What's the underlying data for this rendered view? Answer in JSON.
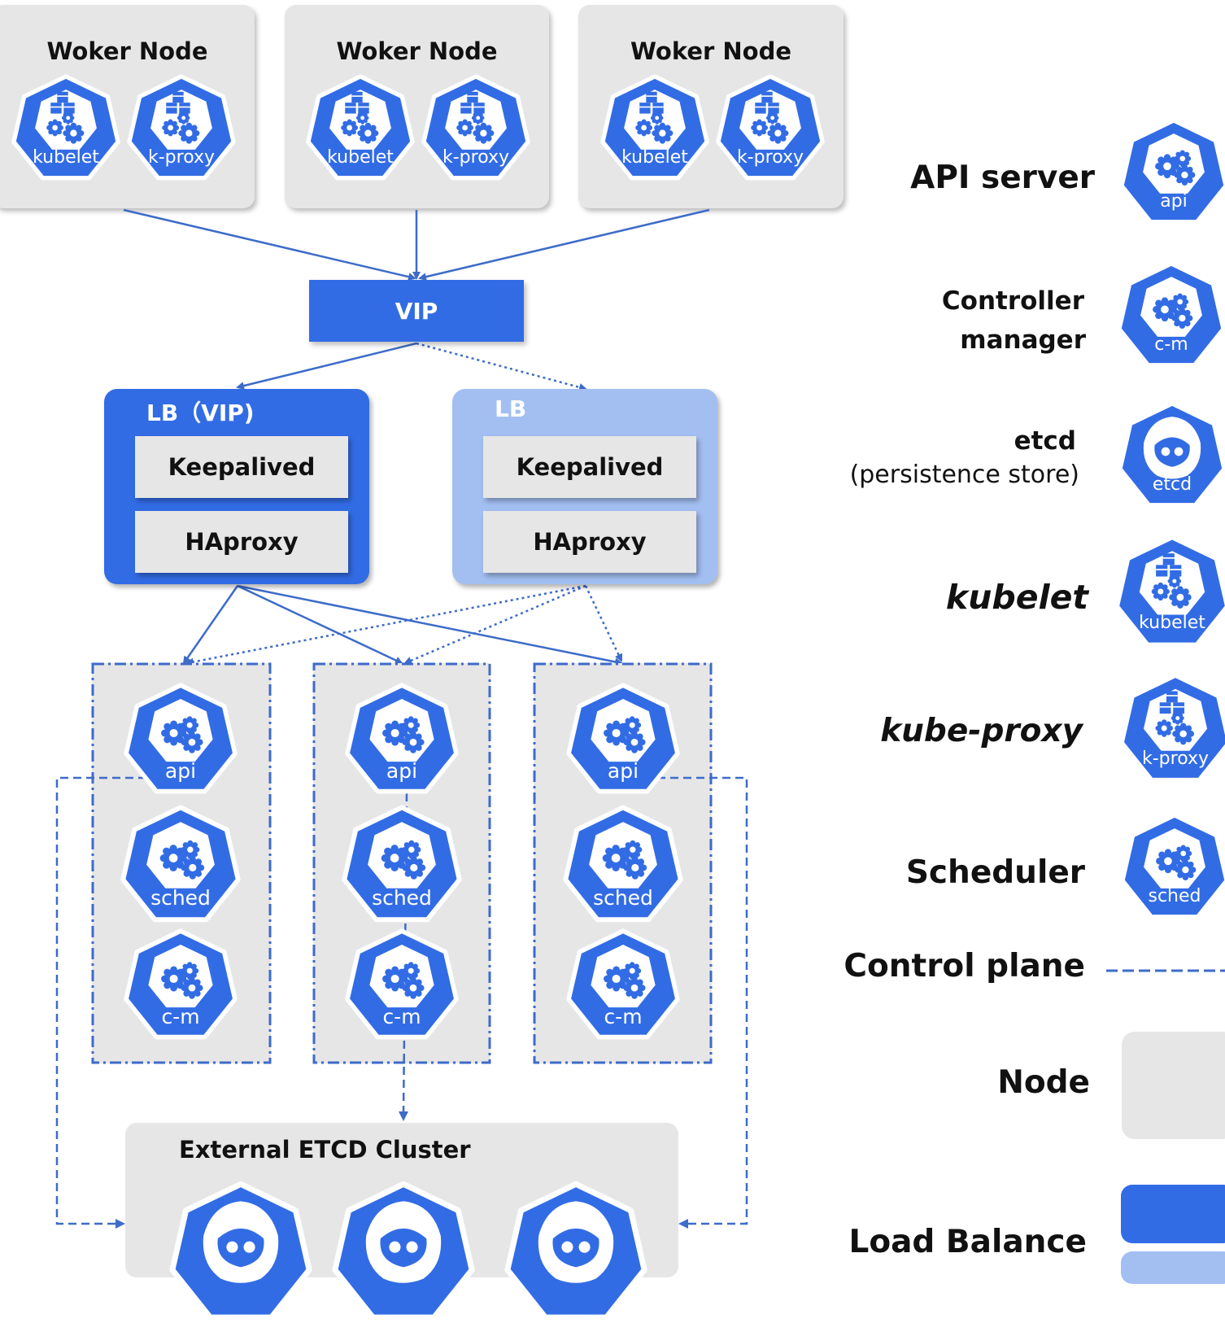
{
  "worker_nodes": [
    {
      "title": "Woker Node",
      "icons": [
        "kubelet",
        "k-proxy"
      ]
    },
    {
      "title": "Woker Node",
      "icons": [
        "kubelet",
        "k-proxy"
      ]
    },
    {
      "title": "Woker Node",
      "icons": [
        "kubelet",
        "k-proxy"
      ]
    }
  ],
  "vip": {
    "label": "VIP"
  },
  "load_balancers": [
    {
      "title": "LB（VIP)",
      "components": [
        "Keepalived",
        "HAproxy"
      ],
      "color": "#326ce5"
    },
    {
      "title": "LB",
      "components": [
        "Keepalived",
        "HAproxy"
      ],
      "color": "#a3bff2"
    }
  ],
  "control_plane_nodes": [
    {
      "icons": [
        "api",
        "sched",
        "c-m"
      ]
    },
    {
      "icons": [
        "api",
        "sched",
        "c-m"
      ]
    },
    {
      "icons": [
        "api",
        "sched",
        "c-m"
      ]
    }
  ],
  "etcd_cluster": {
    "title": "External ETCD Cluster"
  },
  "legend": {
    "api_server": {
      "label": "API server",
      "icon": "api"
    },
    "controller_manager": {
      "label_line1": "Controller",
      "label_line2": "manager",
      "icon": "c-m"
    },
    "etcd": {
      "label_line1": "etcd",
      "label_line2": "(persistence store)",
      "icon": "etcd"
    },
    "kubelet": {
      "label": "kubelet",
      "icon": "kubelet"
    },
    "kube_proxy": {
      "label": "kube-proxy",
      "icon": "k-proxy"
    },
    "scheduler": {
      "label": "Scheduler",
      "icon": "sched"
    },
    "control_plane": {
      "label": "Control plane"
    },
    "node": {
      "label": "Node"
    },
    "load_balance": {
      "label": "Load Balance"
    }
  },
  "colors": {
    "k8s_blue": "#326ce5",
    "node_gray": "#e6e6e6",
    "lb_light": "#a3bff2"
  }
}
